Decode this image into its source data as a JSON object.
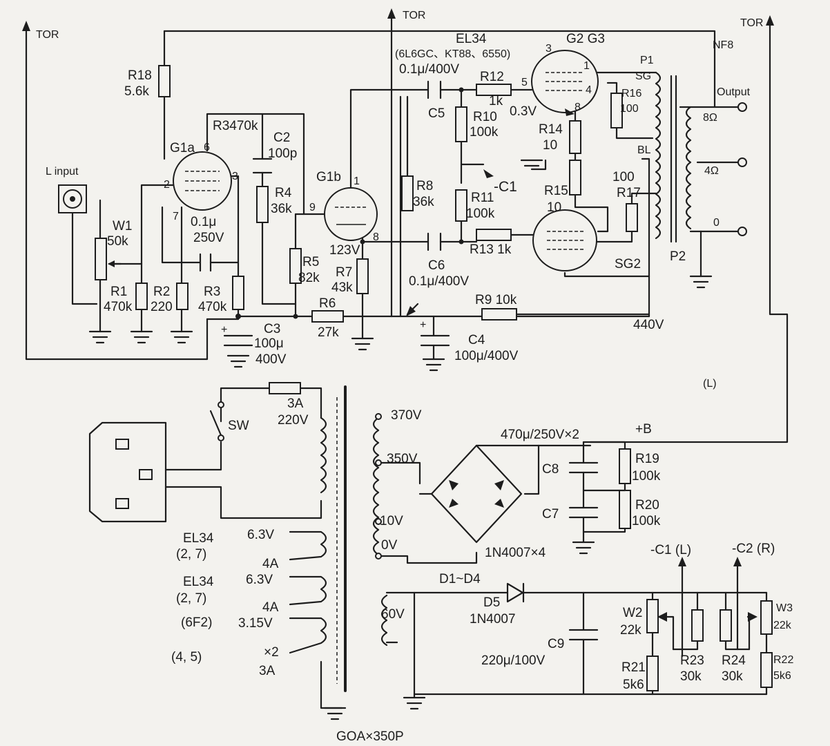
{
  "labels": {
    "tor_left": "TOR",
    "tor_mid": "TOR",
    "tor_right": "TOR",
    "nf8": "NF8",
    "el34": "EL34",
    "el34_alt": "(6L6GC、KT88、6550)",
    "c5_val": "0.1μ/400V",
    "c5": "C5",
    "r12": "R12",
    "r12_val": "1k",
    "r10": "R10",
    "r10_val": "100k",
    "v03": "0.3V",
    "r14": "R14",
    "r14_val": "10",
    "g2g3": "G2 G3",
    "pin3": "3",
    "pin5": "5",
    "pin1": "1",
    "pin4": "4",
    "pin8": "8",
    "p1": "P1",
    "sg": "SG",
    "r16": "R16",
    "r16_val": "100",
    "output": "Output",
    "o8": "8Ω",
    "o4": "4Ω",
    "o0": "0",
    "r18": "R18",
    "r18_val": "5.6k",
    "r3470k": "R3470k",
    "g1a": "G1a",
    "pin6": "6",
    "c2": "C2",
    "c2_val": "100p",
    "l_input": "L input",
    "pin2": "2",
    "pin3a": "3",
    "pin7": "7",
    "w1": "W1",
    "w1_val": "50k",
    "c01": "0.1μ",
    "c01_v": "250V",
    "r4": "R4",
    "r4_val": "36k",
    "pin9": "9",
    "g1b": "G1b",
    "pin1b": "1",
    "r8": "R8",
    "r8_val": "36k",
    "r11": "R11",
    "r11_val": "100k",
    "c1neg": "-C1",
    "r15": "R15",
    "r15_val": "10",
    "r17_val": "100",
    "r17": "R17",
    "bl": "BL",
    "r1": "R1",
    "r1_val": "470k",
    "r2": "R2",
    "r2_val": "220",
    "r3": "R3",
    "r3_val": "470k",
    "r5": "R5",
    "r5_val": "82k",
    "v123": "123V",
    "pin8b": "8",
    "r7": "R7",
    "r7_val": "43k",
    "r13": "R13 1k",
    "c6": "C6",
    "c6_val": "0.1μ/400V",
    "sg2": "SG2",
    "p2": "P2",
    "r6": "R6",
    "r6_val": "27k",
    "r9": "R9 10k",
    "v440": "440V",
    "c3": "C3",
    "c3_val": "100μ",
    "c3_v": "400V",
    "c4": "C4",
    "c4_val": "100μ/400V",
    "plus1": "+",
    "plus2": "+",
    "ch_l": "(L)",
    "fuse": "3A",
    "v220": "220V",
    "sw": "SW",
    "v370": "370V",
    "v350": "350V",
    "v10": "10V",
    "v0": "0V",
    "c8c7": "470μ/250V×2",
    "plusb": "+B",
    "c8": "C8",
    "c7": "C7",
    "r19": "R19",
    "r19_val": "100k",
    "r20": "R20",
    "r20_val": "100k",
    "bridge": "1N4007×4",
    "el34a": "EL34",
    "el34a_pins": "(2, 7)",
    "h63a": "6.3V",
    "h4a": "4A",
    "el34b": "EL34",
    "el34b_pins": "(2, 7)",
    "h63b": "6.3V",
    "h4b": "4A",
    "f6f2": "(6F2)",
    "h315": "3.15V",
    "p45": "(4, 5)",
    "x2": "×2",
    "h3a": "3A",
    "d1d4": "D1~D4",
    "d5": "D5",
    "d5_val": "1N4007",
    "v60": "60V",
    "c9": "C9",
    "c9_val": "220μ/100V",
    "c1l": "-C1 (L)",
    "c2r": "-C2 (R)",
    "w2": "W2",
    "w2_val": "22k",
    "w3": "W3",
    "w3_val": "22k",
    "r21": "R21",
    "r21_val": "5k6",
    "r23": "R23",
    "r23_val": "30k",
    "r24": "R24",
    "r24_val": "30k",
    "r22": "R22",
    "r22_val": "5k6",
    "trafo": "GOA×350P"
  }
}
